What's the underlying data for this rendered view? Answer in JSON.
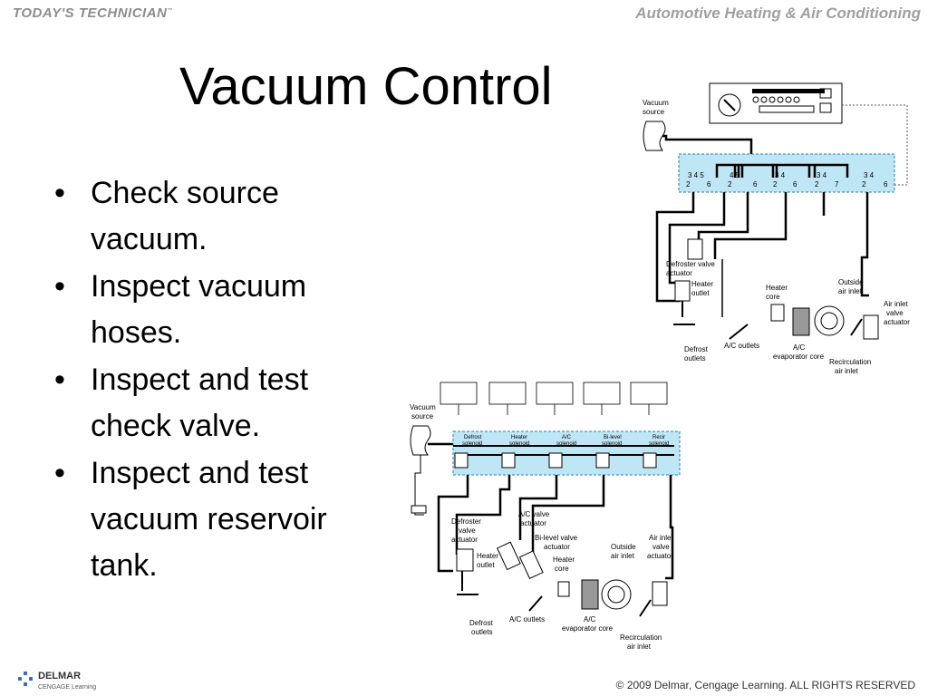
{
  "header": {
    "brand_left": "TODAY'S TECHNICIAN",
    "brand_left_tm": "™",
    "brand_right": "Automotive Heating & Air Conditioning"
  },
  "slide": {
    "title": "Vacuum Control",
    "bullets": [
      "Check source vacuum.",
      "Inspect vacuum hoses.",
      "Inspect and test check valve.",
      "Inspect and test vacuum reservoir tank."
    ]
  },
  "diagram_top": {
    "vacuum_source": [
      "Vacuum",
      "source"
    ],
    "defroster_actuator": [
      "Defroster valve",
      "actuator"
    ],
    "heater_outlet": [
      "Heater",
      "outlet"
    ],
    "heater_core": [
      "Heater",
      "core"
    ],
    "outside_air_inlet": [
      "Outside",
      "air inlet"
    ],
    "air_inlet_actuator": [
      "Air inlet",
      "valve",
      "actuator"
    ],
    "defrost_outlets": [
      "Defrost",
      "outlets"
    ],
    "ac_outlets": "A/C outlets",
    "evaporator_core": [
      "A/C",
      "evaporator core"
    ],
    "recirculation": [
      "Recirculation",
      "air inlet"
    ]
  },
  "diagram_bottom": {
    "vacuum_source": [
      "Vacuum",
      "source"
    ],
    "solenoids": [
      [
        "Defrost",
        "solenoid"
      ],
      [
        "Heater",
        "solenoid"
      ],
      [
        "A/C",
        "solenoid"
      ],
      [
        "Bi-level",
        "solenoid"
      ],
      [
        "Recir",
        "solenoid"
      ]
    ],
    "defroster_actuator": [
      "Defroster",
      "valve",
      "actuator"
    ],
    "ac_valve_actuator": [
      "A/C valve",
      "actuator"
    ],
    "bilevel_actuator": [
      "Bi-level valve",
      "actuator"
    ],
    "heater_outlet": [
      "Heater",
      "outlet"
    ],
    "heater_core": [
      "Heater",
      "core"
    ],
    "outside_air_inlet": [
      "Outside",
      "air inlet"
    ],
    "air_inlet_actuator": [
      "Air inlet",
      "valve",
      "actuator"
    ],
    "defrost_outlets": [
      "Defrost",
      "outlets"
    ],
    "ac_outlets": "A/C outlets",
    "evaporator_core": [
      "A/C",
      "evaporator core"
    ],
    "recirculation": [
      "Recirculation",
      "air inlet"
    ]
  },
  "footer": {
    "logo_line1": "DELMAR",
    "logo_line2": "CENGAGE Learning",
    "copyright": "© 2009 Delmar, Cengage Learning. ALL RIGHTS RESERVED"
  },
  "colors": {
    "header_gray": "#8d8d8d",
    "manifold_fill": "#bfe6f5",
    "logo_blue": "#3a6fb0"
  }
}
